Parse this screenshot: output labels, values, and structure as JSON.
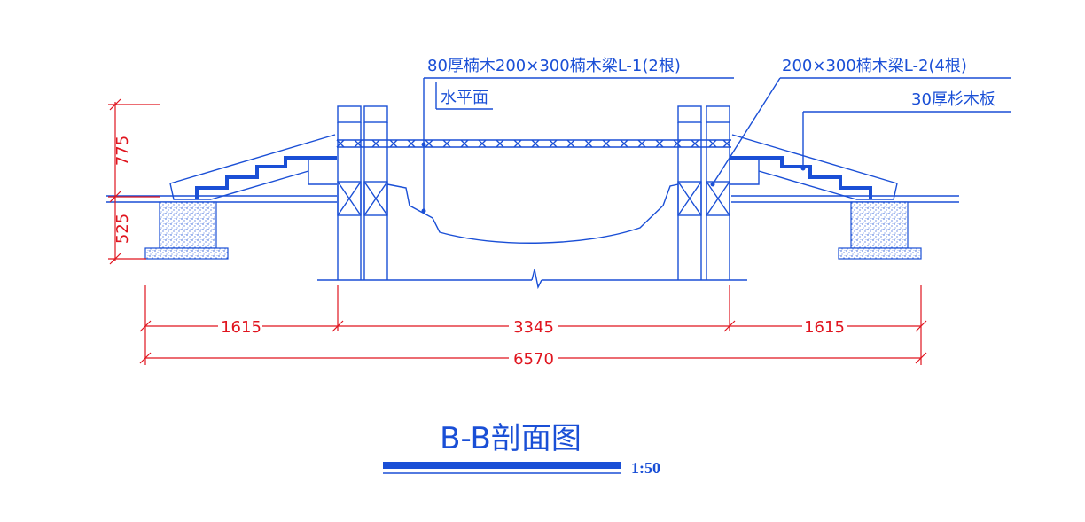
{
  "annotations": {
    "beam_l1": "80厚楠木200×300楠木梁L-1(2根)",
    "beam_l2": "200×300楠木梁L-2(4根)",
    "water_level": "水平面",
    "fir_board": "30厚杉木板"
  },
  "dimensions": {
    "horizontal": [
      "1615",
      "3345",
      "1615"
    ],
    "total": "6570",
    "vertical": [
      "775",
      "525"
    ]
  },
  "title": {
    "label": "B-B剖面图",
    "scale": "1:50"
  },
  "colors": {
    "structure": "#1a4fd6",
    "dimension": "#e0141e",
    "concrete_fill": "#1a4fd6"
  }
}
